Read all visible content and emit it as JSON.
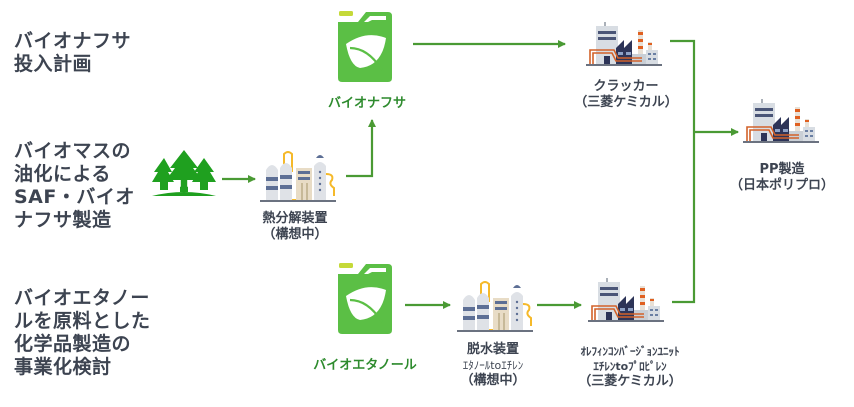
{
  "colors": {
    "arrow": "#4a9a34",
    "text": "#3d4451",
    "green_label": "#2e8b2e",
    "can_body": "#5bbf45",
    "can_cap": "#c5d939",
    "tree": "#1fa01f"
  },
  "rows": [
    {
      "lines": [
        "バイオナフサ",
        "投入計画"
      ]
    },
    {
      "lines": [
        "バイオマスの",
        "油化による",
        "SAF・バイオ",
        "ナフサ製造"
      ]
    },
    {
      "lines": [
        "バイオエタノー",
        "ルを原料とした",
        "化学品製造の",
        "事業化検討"
      ]
    }
  ],
  "nodes": {
    "bio_naphtha": {
      "icon": "jerry-can-leaf-icon",
      "label": "バイオナフサ"
    },
    "cracker": {
      "icon": "factory-icon",
      "lines": [
        "クラッカー",
        "（三菱ケミカル）"
      ]
    },
    "pp": {
      "icon": "factory-icon",
      "lines": [
        "PP製造",
        "（日本ポリプロ）"
      ]
    },
    "biomass": {
      "icon": "forest-icon"
    },
    "pyrolysis": {
      "icon": "chemical-plant-icon",
      "lines": [
        "熱分解装置",
        "（構想中）"
      ]
    },
    "bio_ethanol": {
      "icon": "jerry-can-leaf-icon",
      "label": "バイオエタノール"
    },
    "dehydration": {
      "icon": "chemical-plant-icon",
      "lines": [
        "脱水装置",
        "ｴﾀﾉｰﾙtoｴﾁﾚﾝ",
        "（構想中）"
      ]
    },
    "olefin": {
      "icon": "factory-icon",
      "lines": [
        "ｵﾚﾌｨﾝｺﾝﾊﾞｰｼﾞｮﾝﾕﾆｯﾄ",
        "ｴﾁﾚﾝtoﾌﾟﾛﾋﾟﾚﾝ",
        "（三菱ケミカル）"
      ]
    }
  }
}
